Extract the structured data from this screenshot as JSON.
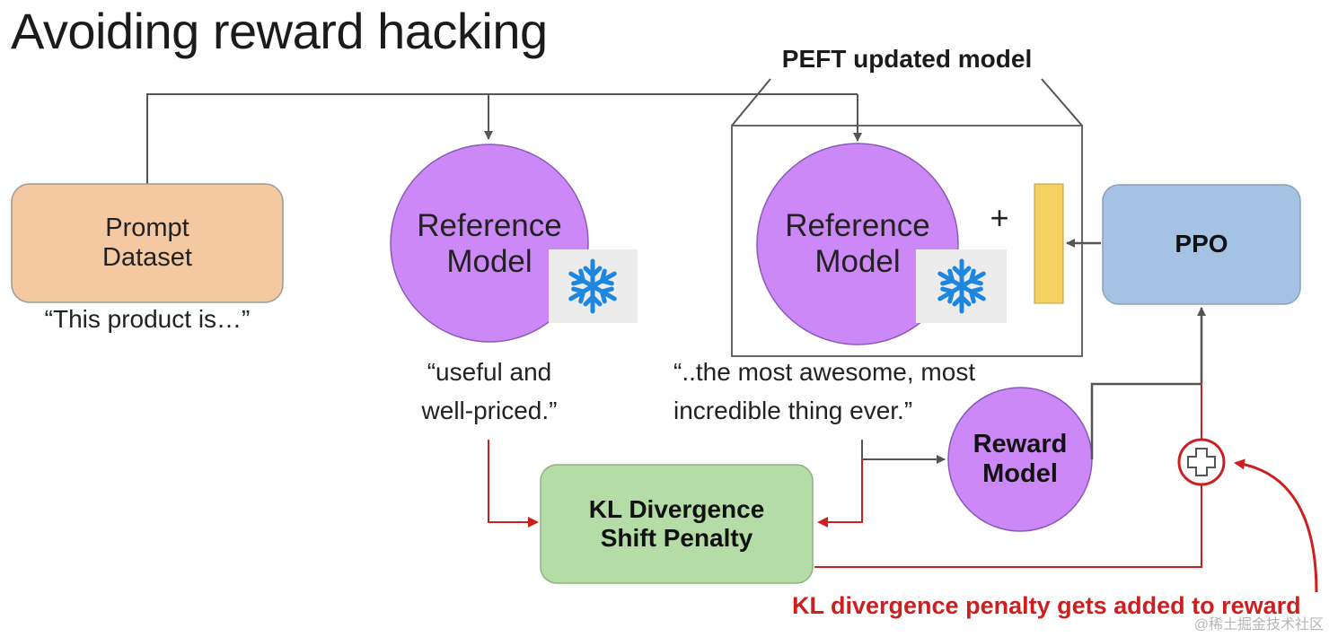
{
  "title": "Avoiding reward hacking",
  "peft_label": "PEFT updated model",
  "prompt_dataset": {
    "line1": "Prompt",
    "line2": "Dataset"
  },
  "prompt_example": "“This product  is…”",
  "reference_model_frozen": {
    "line1": "Reference",
    "line2": "Model"
  },
  "reference_model_peft": {
    "line1": "Reference",
    "line2": "Model"
  },
  "plus_sign": "+",
  "ppo_label": "PPO",
  "reference_output": {
    "line1": "“useful and",
    "line2": "well-priced.”"
  },
  "peft_output": {
    "line1": "“..the most awesome, most",
    "line2": "incredible thing ever.”"
  },
  "reward_model": {
    "line1": "Reward",
    "line2": "Model"
  },
  "kl_box": {
    "line1": "KL Divergence",
    "line2": "Shift Penalty"
  },
  "kl_caption": "KL divergence penalty gets added to reward",
  "watermark": "@稀土掘金技术社区",
  "icons": [
    "snowflake-icon",
    "plus-circle-icon"
  ],
  "colors": {
    "prompt_fill": "#f4c8a0",
    "model_fill": "#cc88f6",
    "ppo_fill": "#a4c3e4",
    "kl_fill": "#b4dca6",
    "adapter_fill": "#f4d160",
    "snowflake": "#1f86e0",
    "arrow_gray": "#555555",
    "arrow_red": "#cc1f1f"
  }
}
